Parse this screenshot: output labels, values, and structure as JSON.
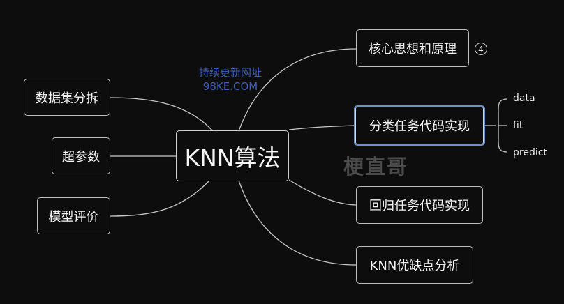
{
  "mindmap": {
    "root": "KNN算法",
    "left_nodes": [
      "数据集分拆",
      "超参数",
      "模型评价"
    ],
    "right_nodes": [
      {
        "label": "核心思想和原理",
        "badge": "4"
      },
      {
        "label": "分类任务代码实现"
      },
      {
        "label": "回归任务代码实现"
      },
      {
        "label": "KNN优缺点分析"
      }
    ],
    "classification_children": [
      "data",
      "fit",
      "predict"
    ]
  },
  "watermark": {
    "line1": "持续更新网址",
    "line2": "98KE.COM",
    "author": "梗直哥"
  },
  "colors": {
    "background": "#0d0d0d",
    "line": "#c8c8c8",
    "selection": "#6d8fc7",
    "watermark_blue": "#3f5fb8"
  }
}
